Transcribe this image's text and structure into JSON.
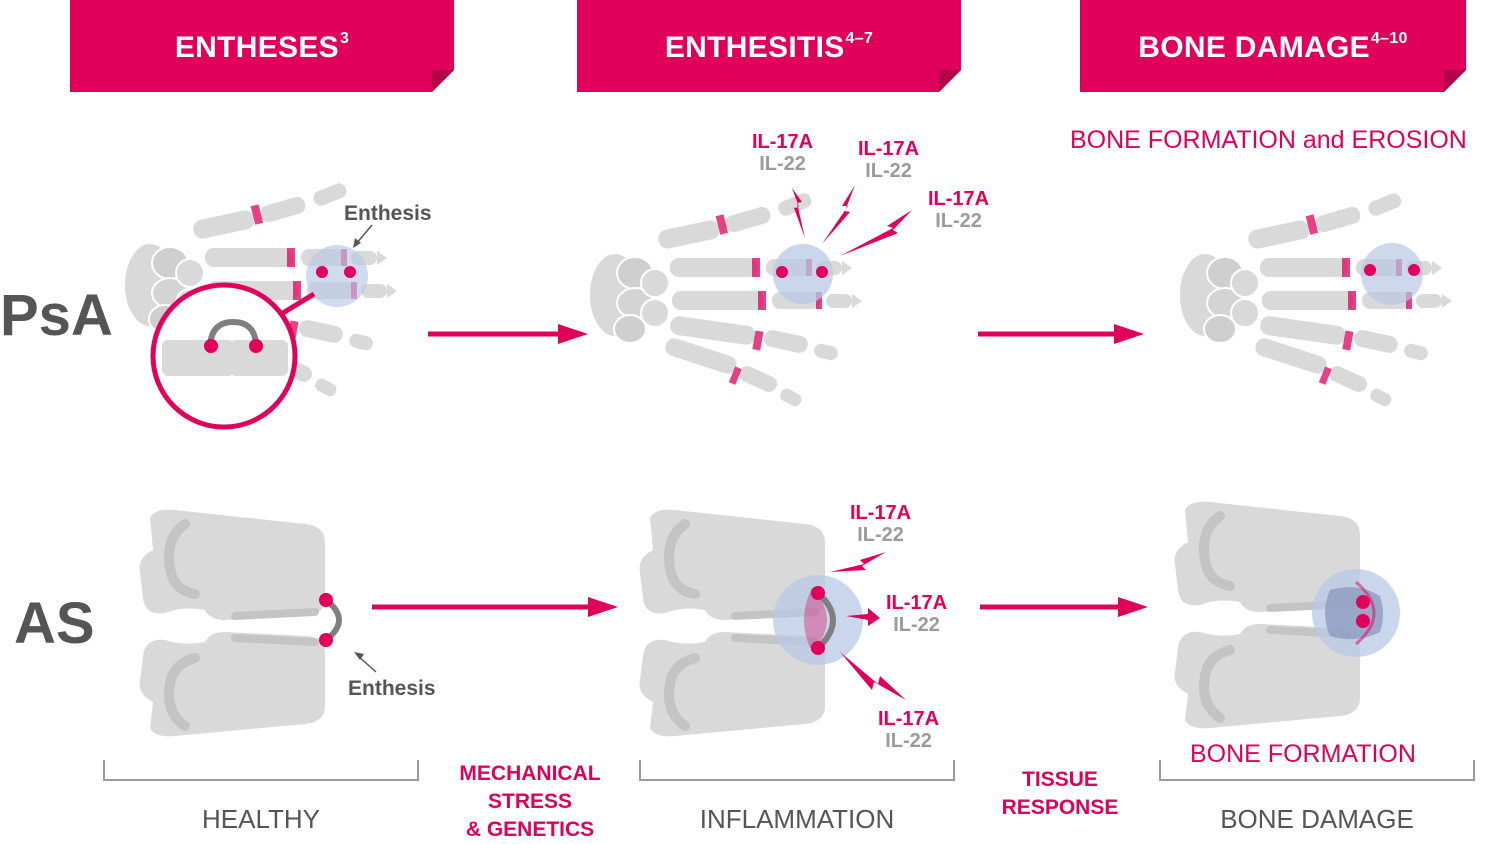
{
  "headers": {
    "entheses": {
      "text": "ENTHESES",
      "sup": "3"
    },
    "enthesitis": {
      "text": "ENTHESITIS",
      "sup": "4–7"
    },
    "bone_damage": {
      "text": "BONE DAMAGE",
      "sup": "4–10"
    }
  },
  "rows": {
    "psa": "PsA",
    "as": "AS"
  },
  "annotations": {
    "enthesis": "Enthesis",
    "il17a": "IL-17A",
    "il22": "IL-22",
    "bone_formation_erosion": "BONE FORMATION and EROSION",
    "bone_formation": "BONE FORMATION"
  },
  "stages": {
    "healthy": "HEALTHY",
    "inflammation": "INFLAMMATION",
    "bone_damage": "BONE DAMAGE"
  },
  "transitions": {
    "mechanical": [
      "MECHANICAL",
      "STRESS",
      "& GENETICS"
    ],
    "tissue": [
      "TISSUE",
      "RESPONSE"
    ]
  },
  "colors": {
    "accent": "#e0005b",
    "bone": "#d9d9d9",
    "bone_shadow": "#c4c4c4",
    "enthesis_arc": "#7f7f7f",
    "inflammation_halo": "#b8c8e6",
    "label_gray": "#555555",
    "cytokine_gray": "#9b9b9b"
  }
}
